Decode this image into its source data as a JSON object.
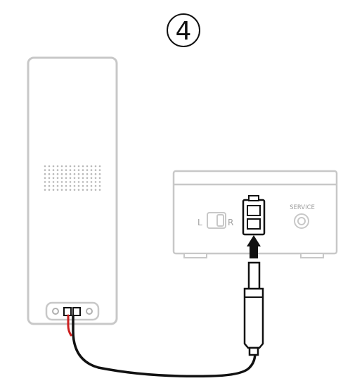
{
  "step": {
    "number": "4"
  },
  "receiver": {
    "switch_left_label": "L",
    "switch_right_label": "R",
    "service_label": "SERVICE"
  },
  "colors": {
    "outline_gray": "#c8c8c8",
    "dark_outline": "#111111",
    "wire_red": "#cc1f1f",
    "arrow": "#111111"
  }
}
